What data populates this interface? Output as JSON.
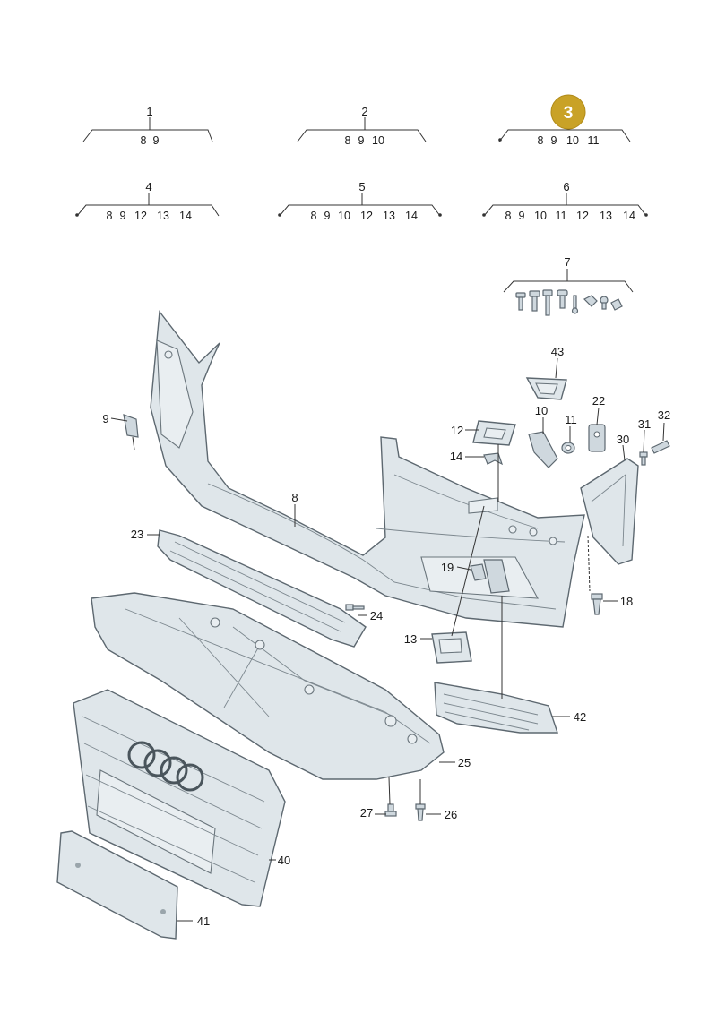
{
  "colors": {
    "highlight_badge": "#c9a227",
    "line": "#333333",
    "part_fill": "#dfe6ea"
  },
  "groups": [
    {
      "label": "1",
      "items": [
        "8",
        "9"
      ]
    },
    {
      "label": "2",
      "items": [
        "8",
        "9",
        "10"
      ]
    },
    {
      "label": "3",
      "items": [
        "8",
        "9",
        "10",
        "11"
      ],
      "highlighted": true
    },
    {
      "label": "4",
      "items": [
        "8",
        "9",
        "12",
        "13",
        "14"
      ]
    },
    {
      "label": "5",
      "items": [
        "8",
        "9",
        "10",
        "12",
        "13",
        "14"
      ]
    },
    {
      "label": "6",
      "items": [
        "8",
        "9",
        "10",
        "11",
        "12",
        "13",
        "14"
      ]
    }
  ],
  "fastener_set": {
    "label": "7"
  },
  "callouts": {
    "c8": "8",
    "c9": "9",
    "c10": "10",
    "c11": "11",
    "c12": "12",
    "c13": "13",
    "c14": "14",
    "c18": "18",
    "c19": "19",
    "c22": "22",
    "c23": "23",
    "c24": "24",
    "c25": "25",
    "c26": "26",
    "c27": "27",
    "c30": "30",
    "c31": "31",
    "c32": "32",
    "c40": "40",
    "c41": "41",
    "c42": "42",
    "c43": "43"
  }
}
